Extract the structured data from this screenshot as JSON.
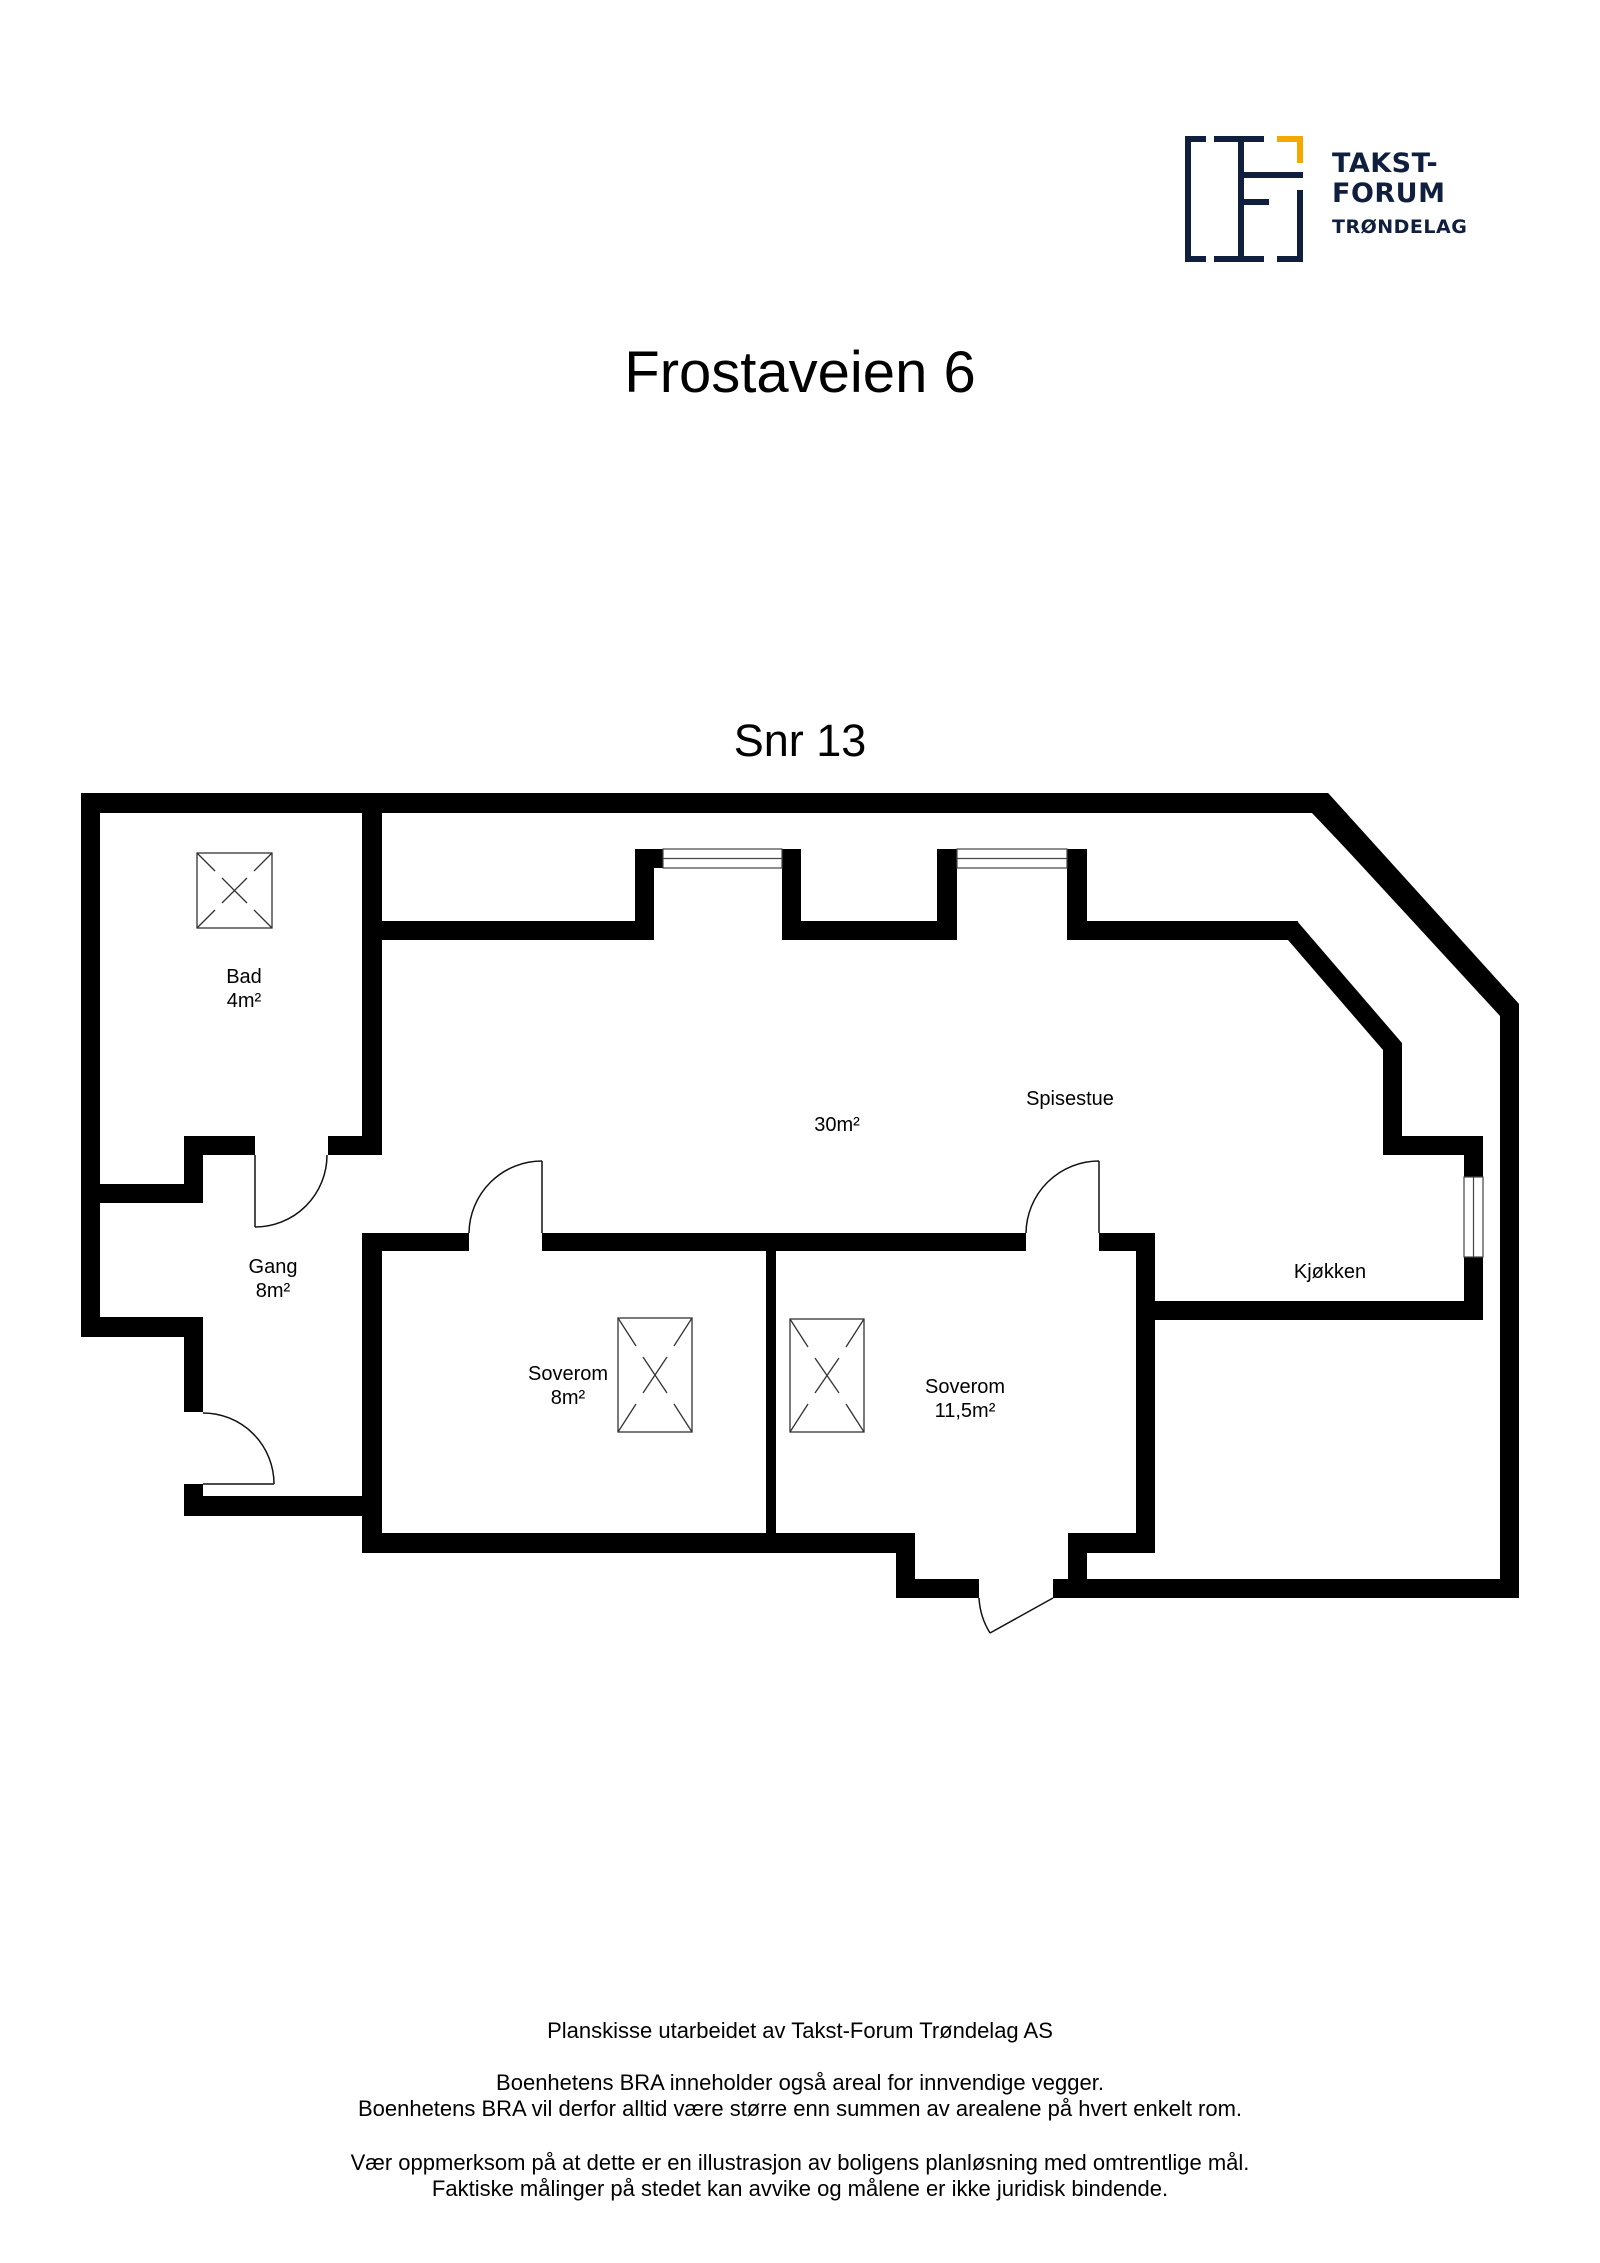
{
  "logo": {
    "line1": "TAKST-",
    "line2": "FORUM",
    "line3": "TRØNDELAG",
    "colors": {
      "navy": "#0f1f3d",
      "accent": "#f5a800"
    }
  },
  "header": {
    "title": "Frostaveien 6",
    "subtitle": "Snr 13"
  },
  "rooms": [
    {
      "name": "Bad",
      "area": "4m²"
    },
    {
      "name": "Gang",
      "area": "8m²"
    },
    {
      "name": "",
      "area": "30m²"
    },
    {
      "name": "Spisestue",
      "area": ""
    },
    {
      "name": "Kjøkken",
      "area": ""
    },
    {
      "name": "Soverom",
      "area": "8m²"
    },
    {
      "name": "Soverom",
      "area": "11,5m²"
    }
  ],
  "footer": {
    "credit": "Planskisse utarbeidet av Takst-Forum Trøndelag AS",
    "note_bra_1": "Boenhetens BRA inneholder også areal for innvendige vegger.",
    "note_bra_2": "Boenhetens BRA vil derfor alltid være større enn summen av arealene på hvert enkelt rom.",
    "disclaimer_1": "Vær oppmerksom på at dette er en illustrasjon av boligens planløsning med omtrentlige mål.",
    "disclaimer_2": "Faktiske målinger på stedet kan avvike og målene er ikke juridisk bindende."
  }
}
